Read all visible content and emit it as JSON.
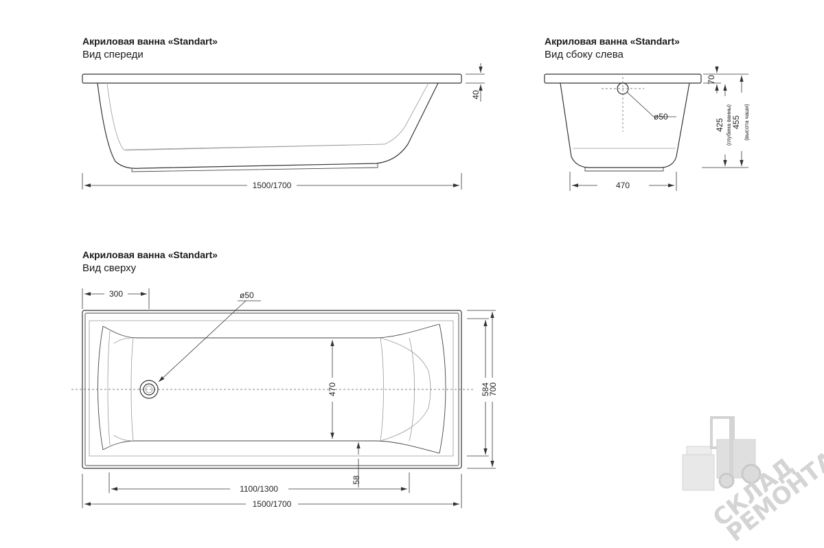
{
  "views": {
    "front": {
      "title": "Акриловая ванна «Standart»",
      "subtitle": "Вид спереди"
    },
    "side": {
      "title": "Акриловая ванна «Standart»",
      "subtitle": "Вид сбоку слева"
    },
    "top": {
      "title": "Акриловая ванна «Standart»",
      "subtitle": "Вид сверху"
    }
  },
  "dimensions": {
    "front_length": "1500/1700",
    "front_rim": "40",
    "side_width": "470",
    "side_rim": "70",
    "side_drain": "ø50",
    "side_depth": "425",
    "side_depth_note": "(глубина ванны)",
    "side_height": "455",
    "side_height_note": "(высота чаши)",
    "top_drain_offset": "300",
    "top_drain": "ø50",
    "top_inner_width": "470",
    "top_floor_width": "584",
    "top_outer_width": "700",
    "top_rim": "58",
    "top_inner_length": "1100/1300",
    "top_length": "1500/1700"
  },
  "watermark": {
    "line1": "СКЛАД",
    "line2": "РЕМОНТА"
  }
}
